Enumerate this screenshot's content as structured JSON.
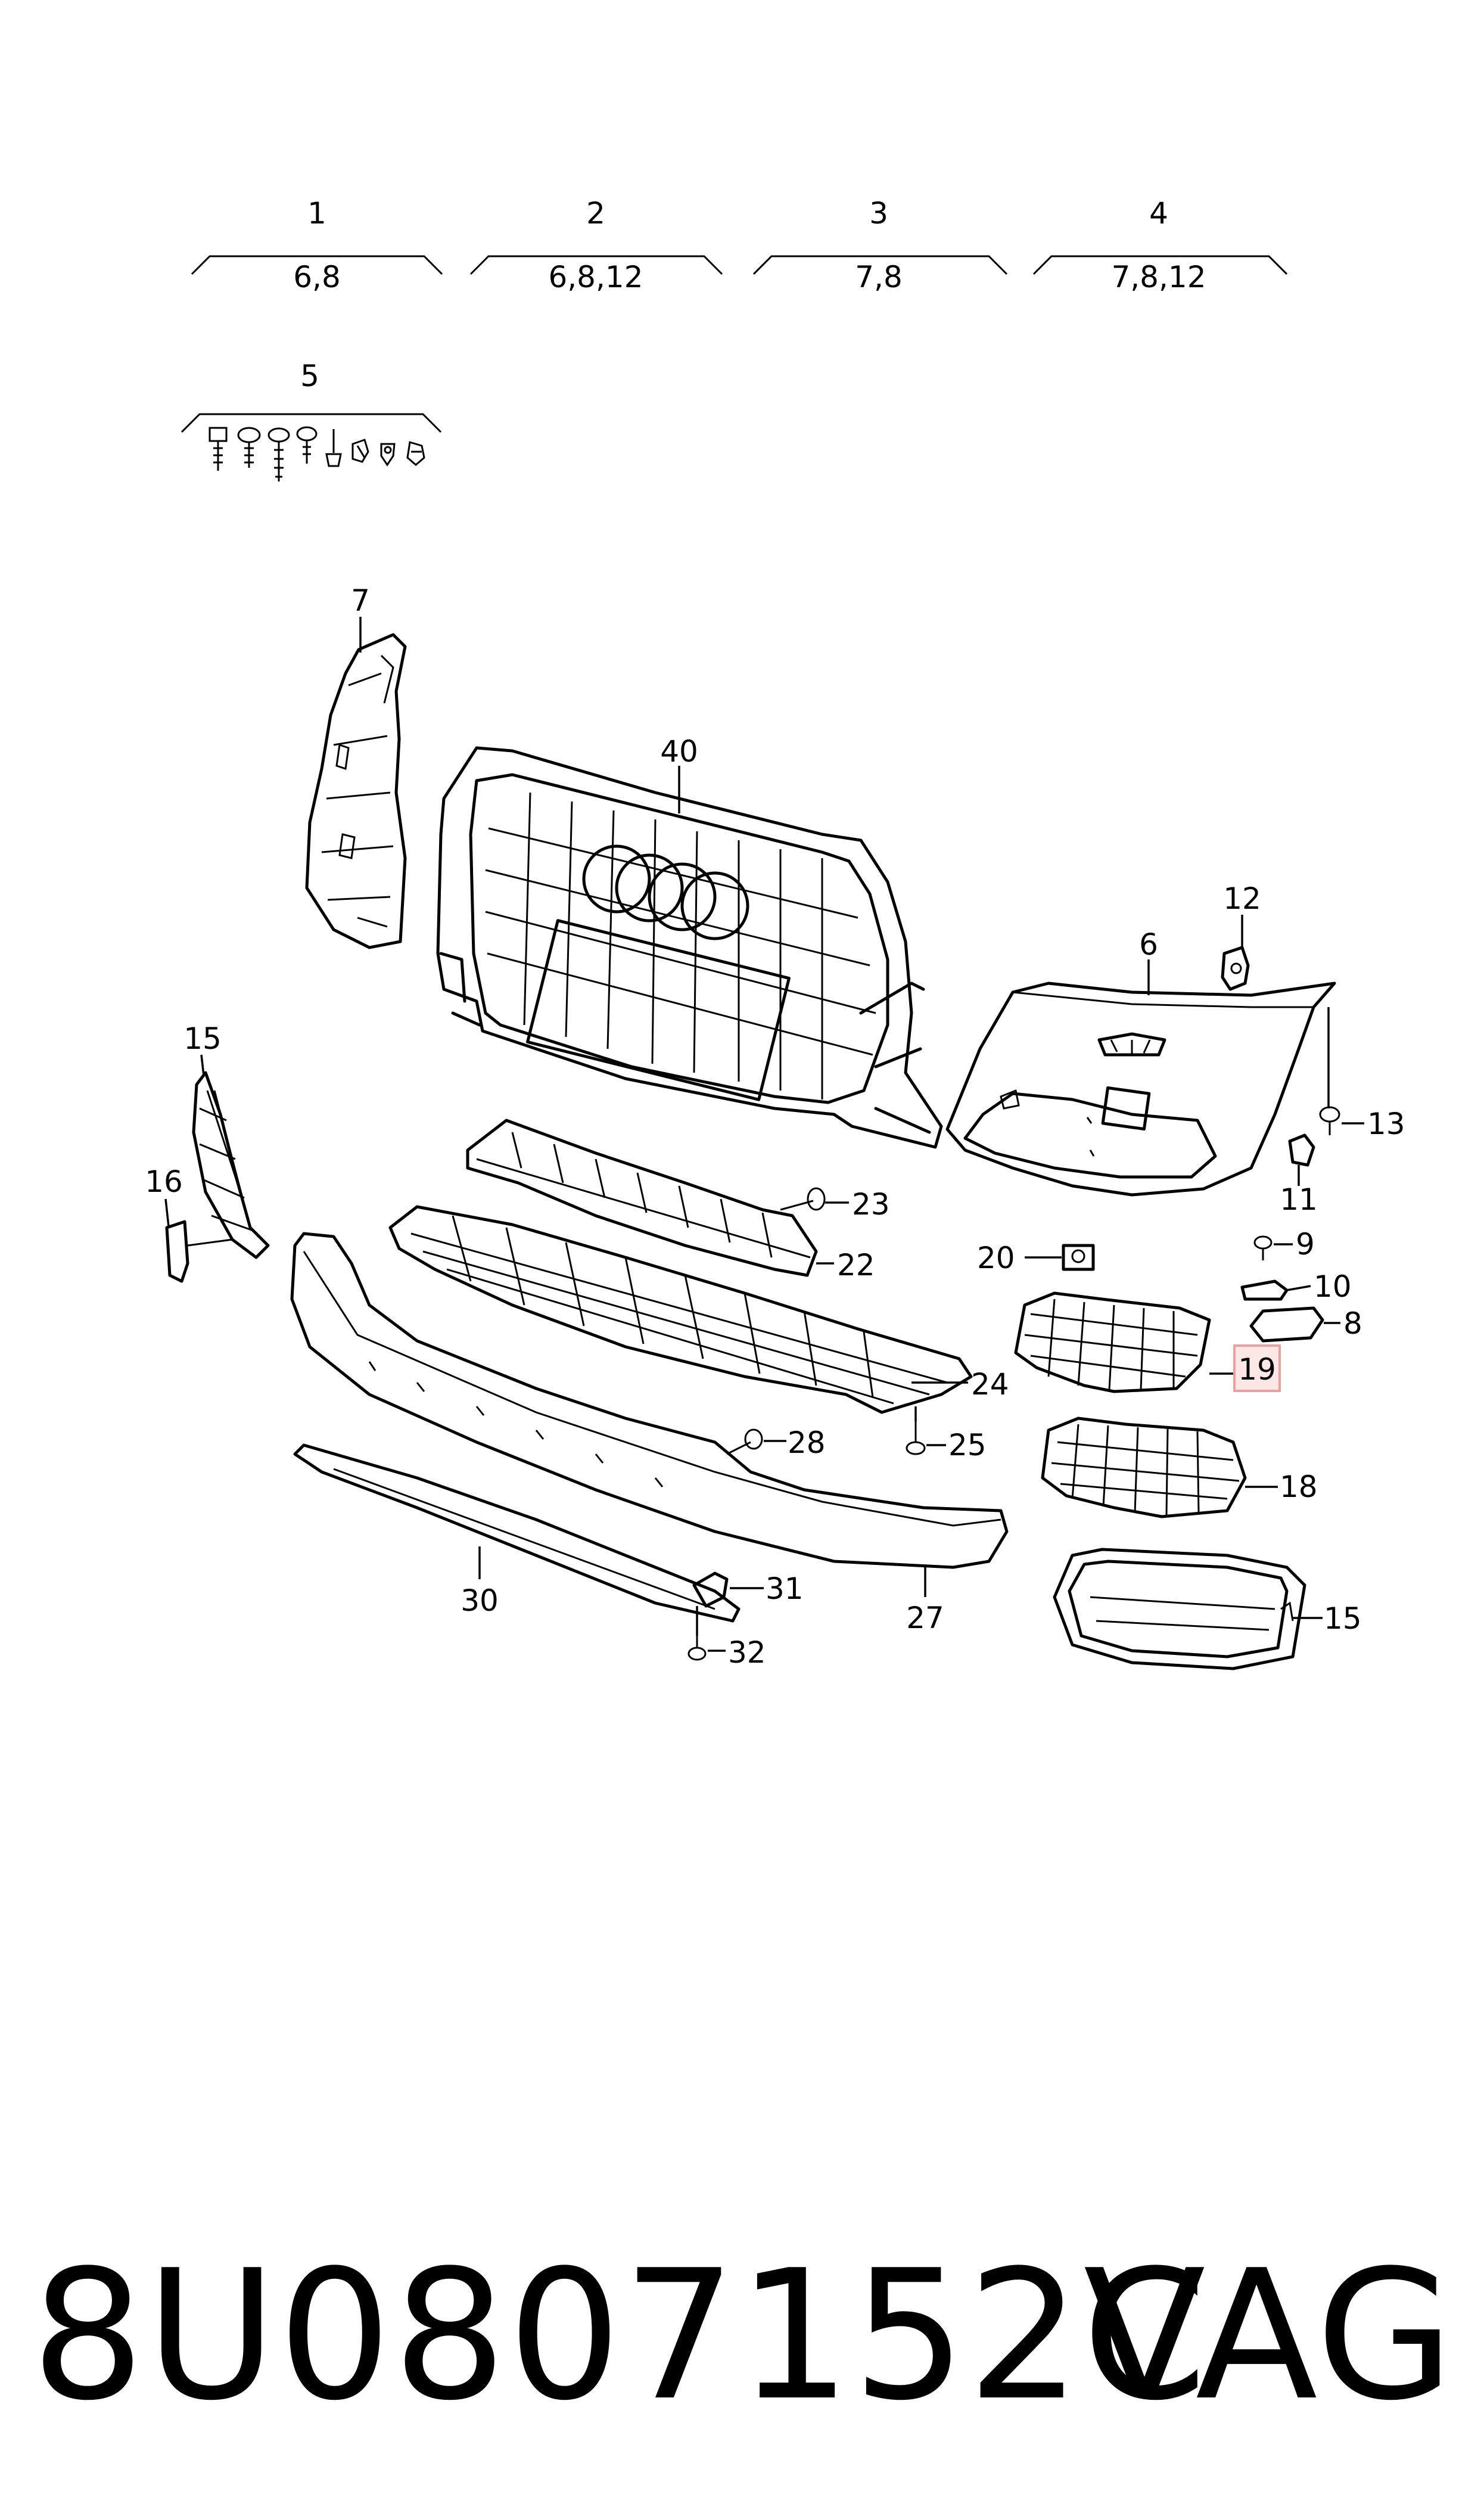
{
  "groups": [
    {
      "number": "1",
      "refs": "6,8"
    },
    {
      "number": "2",
      "refs": "6,8,12"
    },
    {
      "number": "3",
      "refs": "7,8"
    },
    {
      "number": "4",
      "refs": "7,8,12"
    }
  ],
  "fastener_group": {
    "number": "5"
  },
  "callouts": {
    "c6": "6",
    "c7": "7",
    "c8": "8",
    "c9": "9",
    "c10": "10",
    "c11": "11",
    "c12": "12",
    "c13": "13",
    "c15a": "15",
    "c15b": "15",
    "c16": "16",
    "c18": "18",
    "c19": "19",
    "c20": "20",
    "c22": "22",
    "c23": "23",
    "c24": "24",
    "c25": "25",
    "c27": "27",
    "c28": "28",
    "c30": "30",
    "c31": "31",
    "c32": "32",
    "c40": "40"
  },
  "highlight": {
    "callout": "19",
    "border_color": "#e8a0a0",
    "fill_color": "#fde6e6"
  },
  "footer": {
    "part_number": "8U0807152C",
    "brand": "VAG"
  }
}
